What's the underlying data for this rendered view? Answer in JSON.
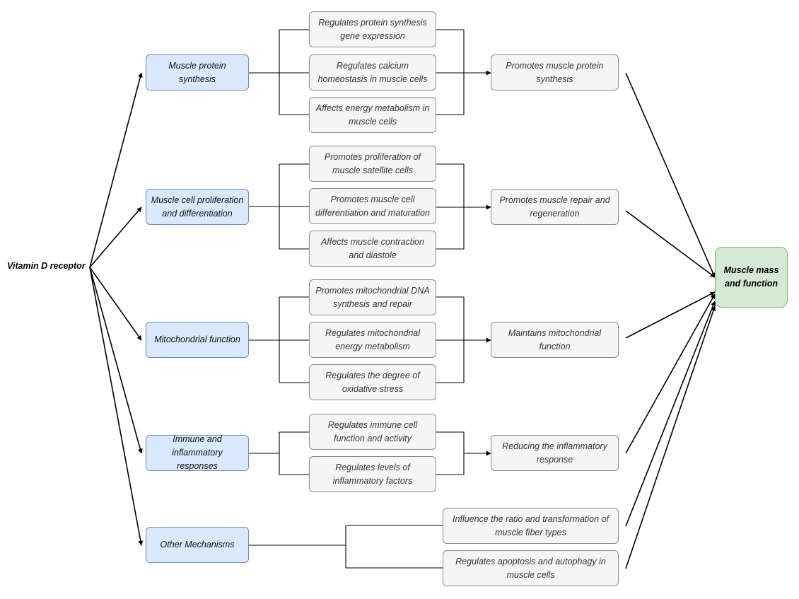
{
  "diagram": {
    "root": "Vitamin D receptor",
    "goal": "Muscle mass and function",
    "categories": [
      "Muscle protein synthesis",
      "Muscle cell proliferation and differentiation",
      "Mitochondrial function",
      "Immune and inflammatory responses",
      "Other Mechanisms"
    ],
    "mechanisms": [
      "Regulates  protein synthesis gene expression",
      "Regulates calcium homeostasis in muscle cells",
      "Affects energy metabolism in muscle cells",
      "Promotes proliferation of muscle satellite cells",
      "Promotes muscle cell differentiation and maturation",
      "Affects muscle contraction and diastole",
      "Promotes mitochondrial DNA synthesis and repair",
      "Regulates mitochondrial energy metabolism",
      "Regulates the degree of oxidative stress",
      "Regulates immune cell function and activity",
      "Regulates levels of inflammatory factors",
      "Influence the ratio and transformation of muscle fiber types",
      "Regulates apoptosis and autophagy in muscle cells"
    ],
    "outcomes": [
      "Promotes muscle protein synthesis",
      "Promotes muscle repair and regeneration",
      "Maintains mitochondrial function",
      "Reducing the inflammatory response"
    ],
    "colors": {
      "category_fill": "#dae8fc",
      "category_border": "#6c8ebf",
      "box_fill": "#f5f5f5",
      "box_border": "#8a8a8a",
      "goal_fill": "#d5e8d4",
      "goal_border": "#82b366",
      "line": "#000000"
    }
  }
}
